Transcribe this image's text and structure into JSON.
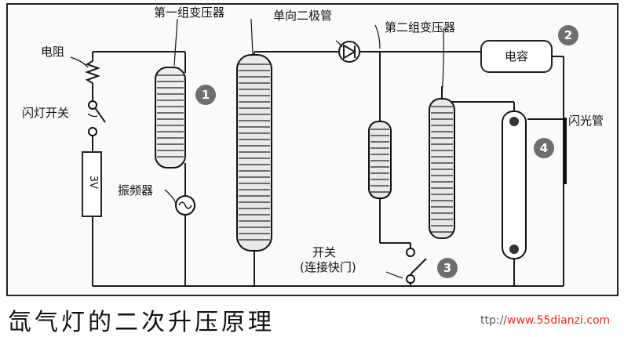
{
  "labels": {
    "first_transformer": "第一组变压器",
    "diode": "单向二极管",
    "second_transformer": "第二组变压器",
    "resistor": "电阻",
    "flash_switch": "闪灯开关",
    "oscillator": "振频器",
    "capacitor": "电容",
    "flash_tube": "闪光管",
    "switch": "开关",
    "shutter_link": "(连接快门)",
    "battery": "3V"
  },
  "markers": [
    "1",
    "2",
    "3",
    "4"
  ],
  "caption": "氙气灯的二次升压原理",
  "watermark": {
    "prefix": "ttp://",
    "url": "www.55dianzi.com"
  }
}
